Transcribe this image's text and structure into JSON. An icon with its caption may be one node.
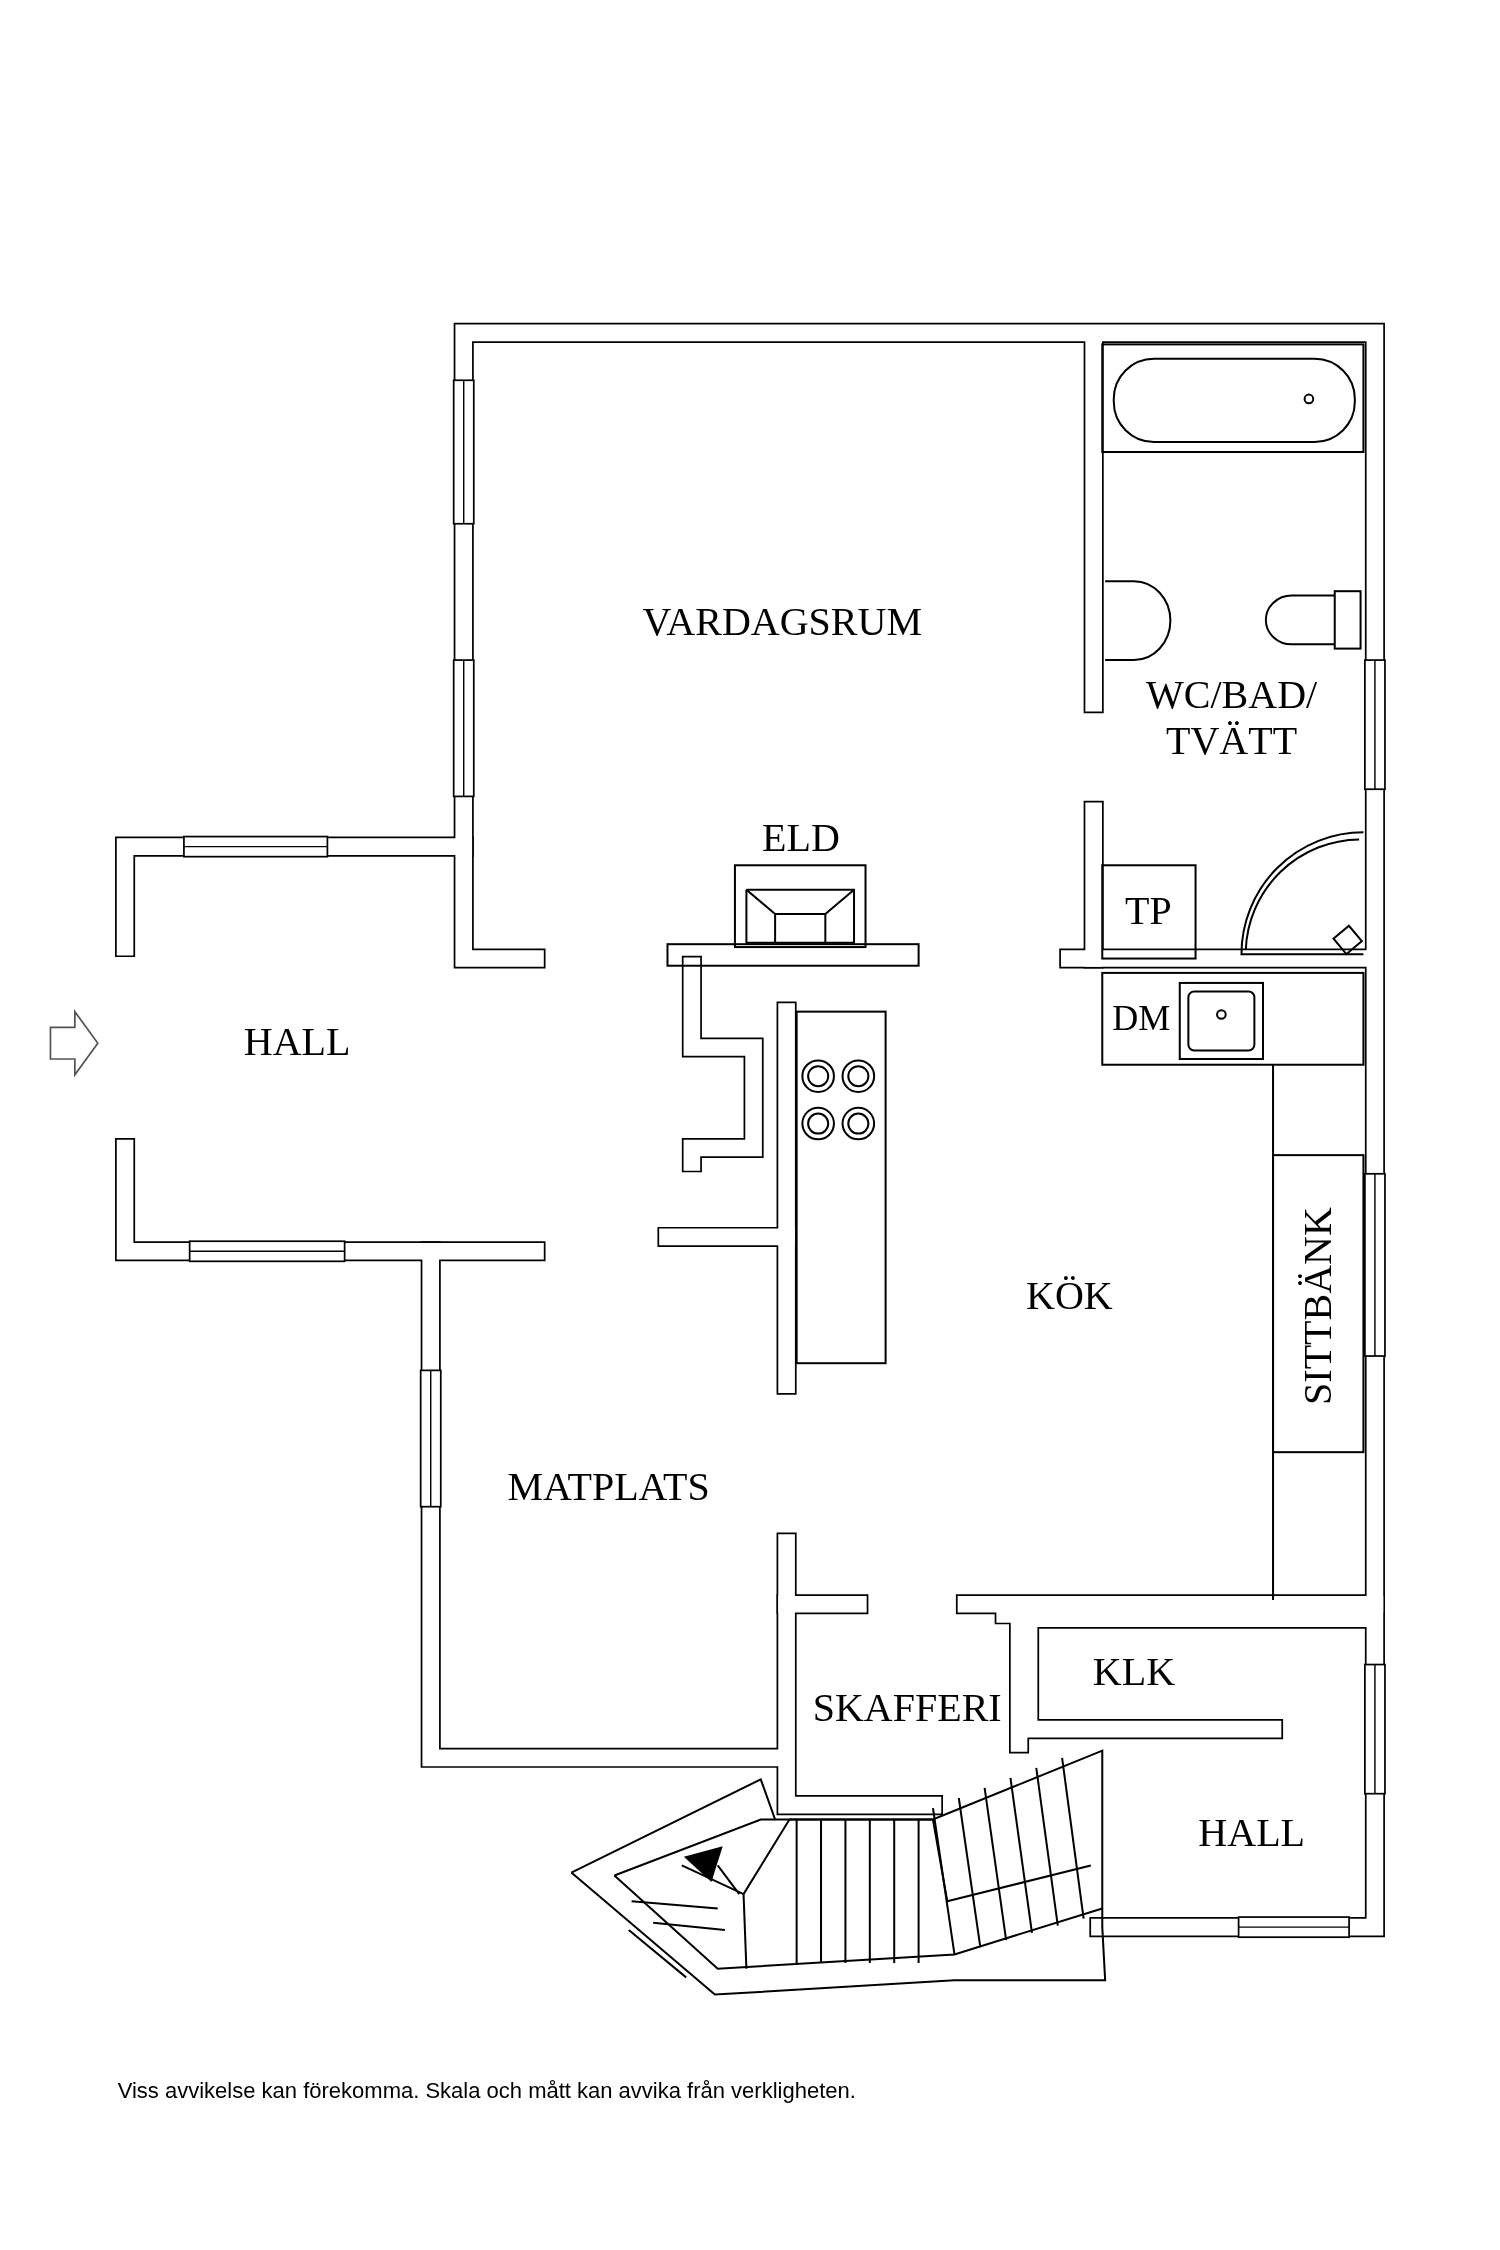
{
  "diagram": {
    "caption": "Viss avvikelse kan förekomma. Skala och mått kan avvika från verkligheten.",
    "labels": [
      "VARDAGSRUM",
      "WC/BAD/ TVÄTT",
      "ELD",
      "TP",
      "HALL",
      "DM",
      "KÖK",
      "SITTBÄNK",
      "MATPLATS",
      "SKAFFERI",
      "KLK",
      "HALL"
    ]
  }
}
